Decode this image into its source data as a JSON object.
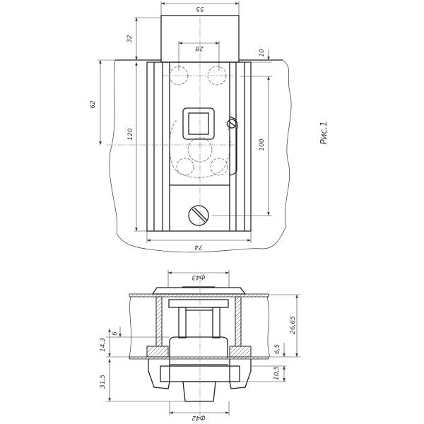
{
  "figure_caption": "Рис.1",
  "top_view": {
    "dims": {
      "width_top": "55",
      "height_top": "32",
      "hole_spacing": "28",
      "offset_small": "10",
      "height_62": "62",
      "height_120": "120",
      "height_100": "100",
      "width_bottom": "74"
    }
  },
  "section_view": {
    "dims": {
      "diam_top": "ф43",
      "diam_bottom": "ф42",
      "height_total": "26,65",
      "d_14_3": "14,3",
      "d_6": "6",
      "d_6_5": "6,5",
      "d_10_5": "10,5",
      "d_31_5": "31,5"
    }
  }
}
